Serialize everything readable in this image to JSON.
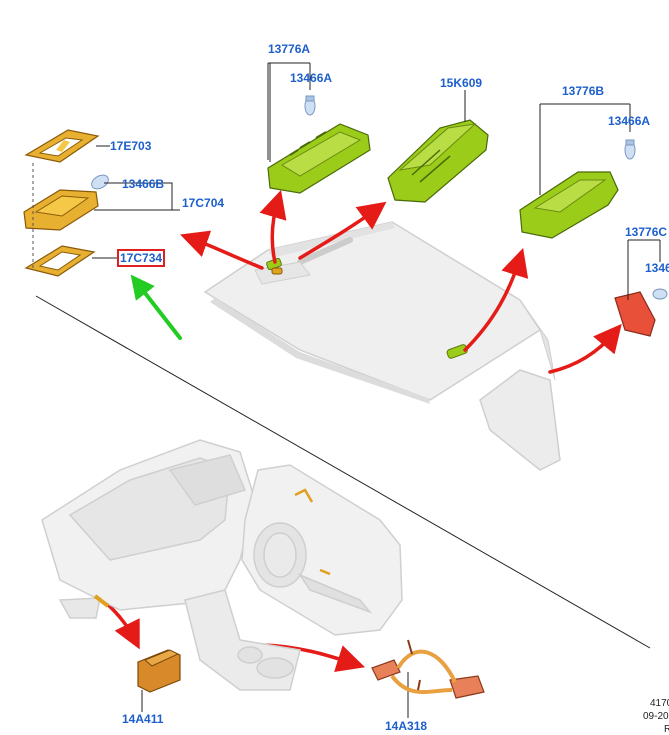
{
  "labels": {
    "p13776A": "13776A",
    "p13466A_1": "13466A",
    "p15K609": "15K609",
    "p13776B": "13776B",
    "p13466A_2": "13466A",
    "p17E703": "17E703",
    "p13466B": "13466B",
    "p17C704": "17C704",
    "p17C734": "17C734",
    "p13776C": "13776C",
    "p1346_cut": "1346",
    "p14A411": "14A411",
    "p14A318": "14A318"
  },
  "meta": {
    "line1": "4170",
    "line2": "09-20",
    "line3": "R"
  },
  "colors": {
    "label": "#1d5fcc",
    "arrow": "#e41b17",
    "pointer": "#22cc22",
    "highlight": "#e02020",
    "green_part": "#9ccc1a",
    "orange_part": "#e0a020",
    "red_part": "#e8503a"
  }
}
